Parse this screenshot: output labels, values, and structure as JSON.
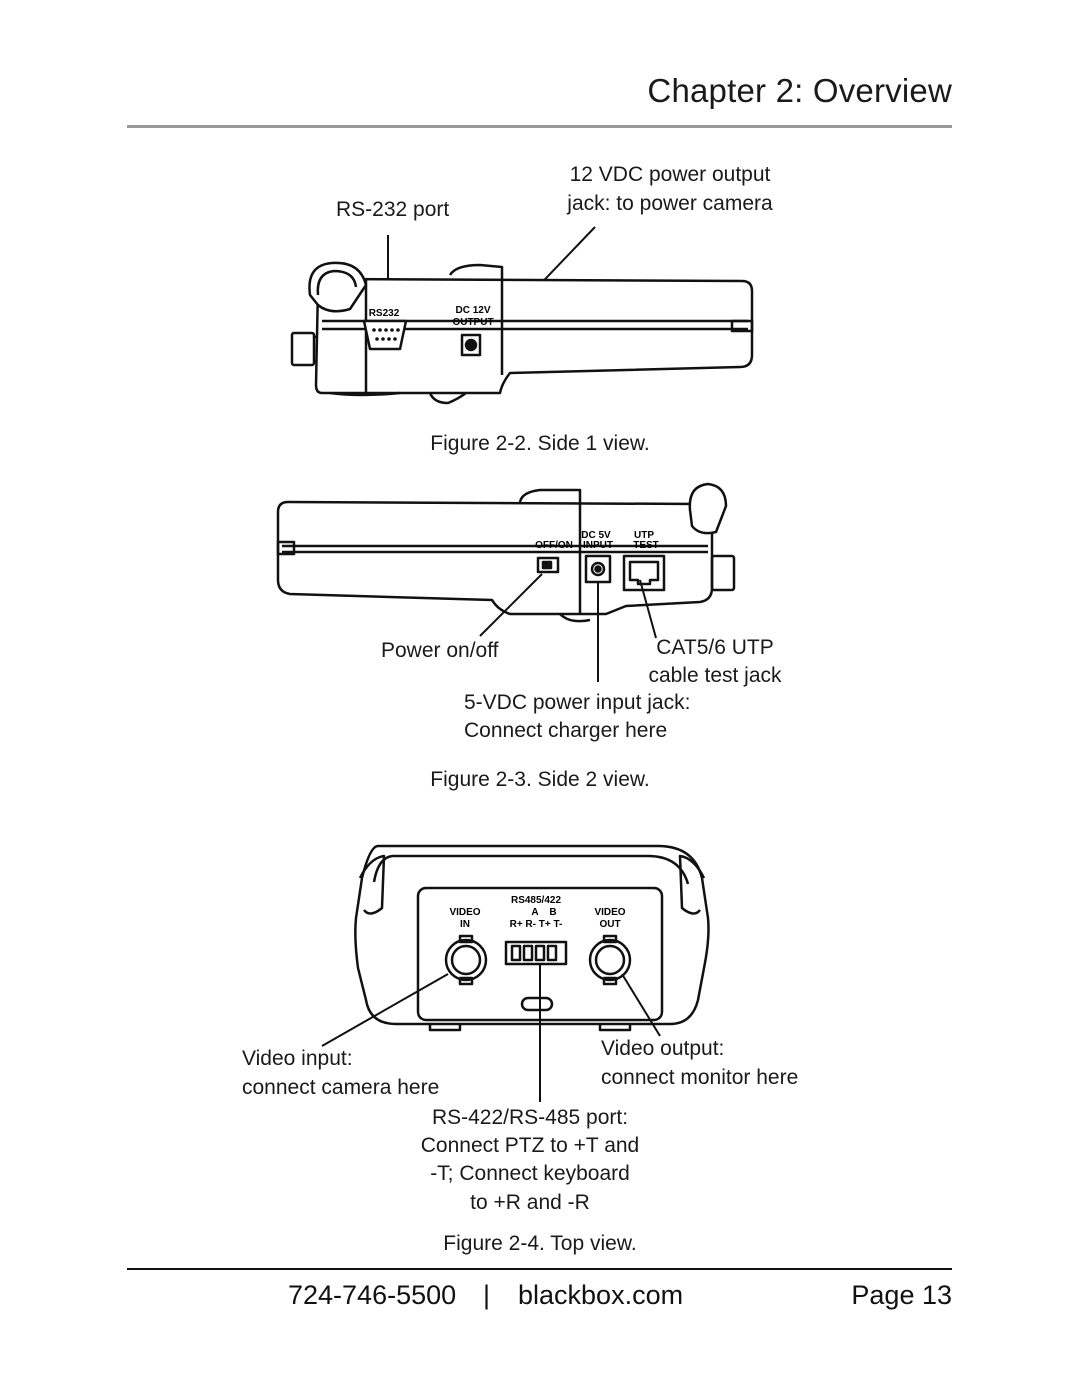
{
  "header": {
    "chapter_title": "Chapter 2: Overview"
  },
  "fig1": {
    "callout_dc_line1": "12 VDC power output",
    "callout_dc_line2": "jack: to power camera",
    "callout_rs232": "RS-232 port",
    "panel_rs232": "RS232",
    "panel_dc_line1": "DC 12V",
    "panel_dc_line2": "OUTPUT",
    "caption": "Figure 2-2. Side 1 view."
  },
  "fig2": {
    "panel_dc5v": "DC 5V",
    "panel_utp": "UTP",
    "panel_offon": "OFF/ON",
    "panel_input": "INPUT",
    "panel_test": "TEST",
    "callout_power": "Power on/off",
    "callout_cat_line1": "CAT5/6 UTP",
    "callout_cat_line2": "cable test jack",
    "callout_vdc_line1": "5-VDC power input jack:",
    "callout_vdc_line2": "Connect charger here",
    "caption": "Figure 2-3. Side 2 view."
  },
  "fig3": {
    "panel_rs485": "RS485/422",
    "panel_ab": "A    B",
    "panel_rt": "R+ R- T+ T-",
    "panel_video_in_1": "VIDEO",
    "panel_video_in_2": "IN",
    "panel_video_out_1": "VIDEO",
    "panel_video_out_2": "OUT",
    "callout_vin_line1": "Video input:",
    "callout_vin_line2": "connect camera here",
    "callout_vout_line1": "Video output:",
    "callout_vout_line2": "connect monitor here",
    "callout_rs_line1": "RS-422/RS-485 port:",
    "callout_rs_line2": "Connect PTZ to +T and",
    "callout_rs_line3": "-T; Connect keyboard",
    "callout_rs_line4": "to +R and -R",
    "caption": "Figure 2-4. Top view."
  },
  "footer": {
    "phone": "724-746-5500",
    "separator": "|",
    "website": "blackbox.com",
    "page": "Page 13"
  }
}
